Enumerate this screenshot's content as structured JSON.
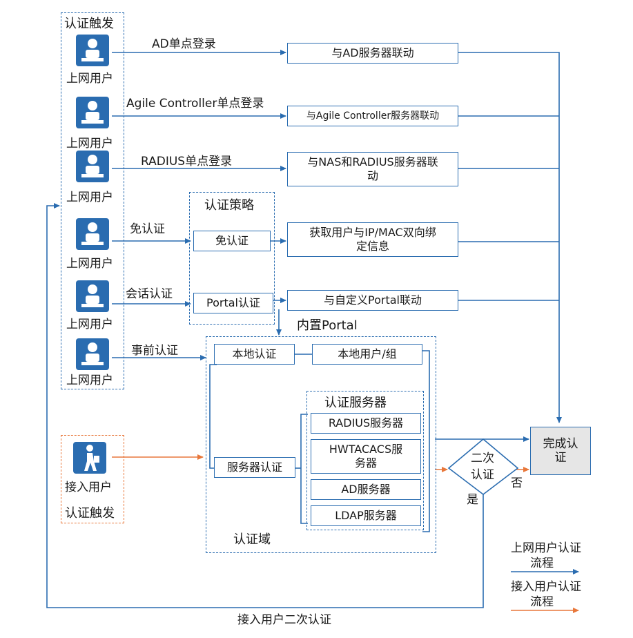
{
  "trigger_group_label": "认证触发",
  "user_label": "上网用户",
  "access_user_label": "接入用户",
  "access_trigger_label": "认证触发",
  "sso": {
    "ad_label": "AD单点登录",
    "agile_label": "Agile Controller单点登录",
    "radius_label": "RADIUS单点登录",
    "exempt_label": "免认证",
    "session_label": "会话认证",
    "pre_label": "事前认证"
  },
  "right_boxes": {
    "ad": "与AD服务器联动",
    "agile": "与Agile Controller服务器联动",
    "nas_line1": "与NAS和RADIUS服务器联",
    "nas_line2": "动",
    "bind_line1": "获取用户与IP/MAC双向绑",
    "bind_line2": "定信息",
    "portal": "与自定义Portal联动"
  },
  "policy": {
    "title": "认证策略",
    "exempt": "免认证",
    "portal": "Portal认证"
  },
  "builtin_portal": "内置Portal",
  "domain": {
    "local_auth": "本地认证",
    "local_user": "本地用户/组",
    "server_auth": "服务器认证",
    "servers_title": "认证服务器",
    "radius": "RADIUS服务器",
    "hwtacacs_line1": "HWTACACS服",
    "hwtacacs_line2": "务器",
    "ad": "AD服务器",
    "ldap": "LDAP服务器",
    "label": "认证域"
  },
  "complete_line1": "完成认",
  "complete_line2": "证",
  "second_line1": "二次",
  "second_line2": "认证",
  "yes": "是",
  "no": "否",
  "second_auth_bottom": "接入用户二次认证",
  "legend": {
    "web_line1": "上网用户认证",
    "web_line2": "流程",
    "access_line1": "接入用户认证",
    "access_line2": "流程"
  },
  "colors": {
    "blue": "#2a6cb0",
    "orange": "#e8773a",
    "complete_fill": "#e6e6e6"
  }
}
